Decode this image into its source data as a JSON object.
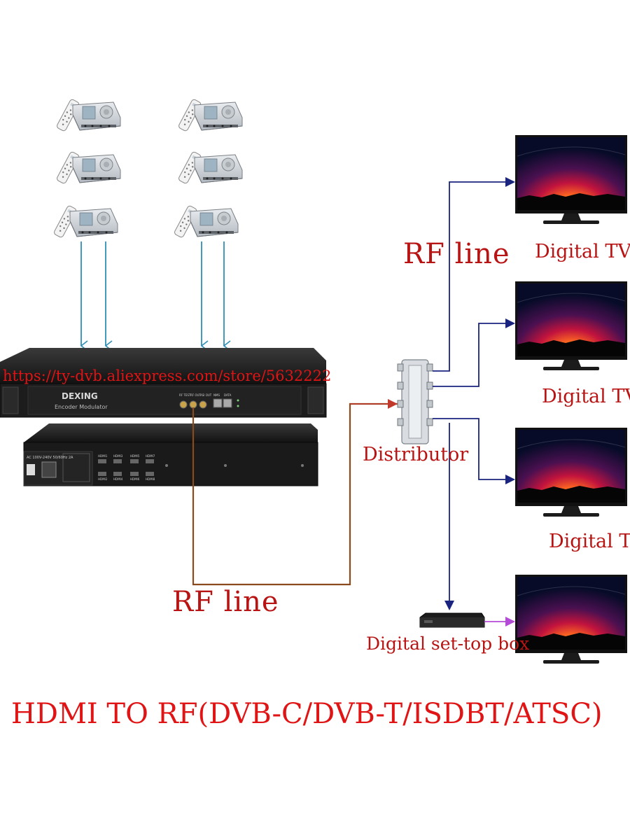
{
  "labels": {
    "rf_line_top": "RF line",
    "rf_line_bottom": "RF line",
    "digital_tv_1": "Digital TV",
    "digital_tv_2": "Digital TV",
    "digital_tv_3": "Digital TV",
    "distributor": "Distributor",
    "set_top_box": "Digital set-top box",
    "watermark_url": "https://ty-dvb.aliexpress.com/store/5632222",
    "bottom_title": "HDMI TO RF(DVB-C/DVB-T/ISDBT/ATSC)"
  },
  "device": {
    "brand": "DEXING",
    "model": "Encoder Modulator",
    "power_spec": "AC 100V-240V 50/60Hz 2A",
    "port_labels": [
      "RF TEST",
      "RF OUT",
      "ASI OUT",
      "NMS",
      "DATA"
    ],
    "hdmi_labels": [
      "HDMI1",
      "HDMI3",
      "HDMI5",
      "HDMI7",
      "HDMI2",
      "HDMI4",
      "HDMI6",
      "HDMI8"
    ]
  },
  "colors": {
    "label_red": "#b81414",
    "bottom_red": "#e01414",
    "input_line_teal": "#2f8fb5",
    "rf_line_brown": "#8b4a1e",
    "tv_line_navy": "#1a237e",
    "hdmi_line_purple": "#b44bd6",
    "distributor_line_red": "#c0392b"
  }
}
